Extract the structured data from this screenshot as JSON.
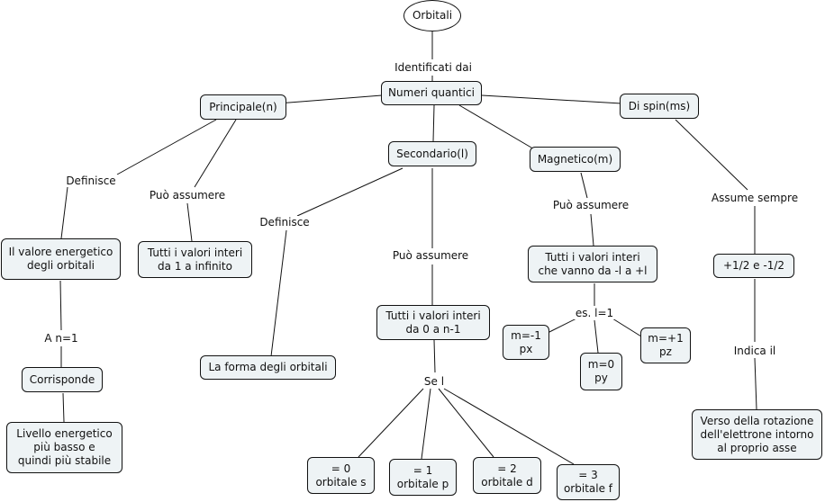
{
  "nodes": {
    "orbitali": "Orbitali",
    "numeri_quantici": "Numeri quantici",
    "principale": "Principale(n)",
    "di_spin": "Di spin(ms)",
    "secondario": "Secondario(l)",
    "magnetico": "Magnetico(m)",
    "valore_energetico": "Il valore energetico\ndegli orbitali",
    "tutti_valori_infinito": "Tutti i valori interi\nda 1 a infinito",
    "forma_orbitali": "La forma degli orbitali",
    "tutti_valori_n1": "Tutti i valori interi\nda 0 a n-1",
    "tutti_valori_l": "Tutti i valori interi\nche vanno da -l a +l",
    "spin_values": "+1/2 e -1/2",
    "corrisponde": "Corrisponde",
    "livello_energetico": "Livello energetico\npiù basso e\nquindi più stabile",
    "m_minus1": "m=-1\npx",
    "m_0": "m=0\npy",
    "m_plus1": "m=+1\npz",
    "rotazione": "Verso della rotazione\ndell'elettrone intorno\nal proprio asse",
    "orb_s": "= 0\norbitale s",
    "orb_p": "= 1\norbitale p",
    "orb_d": "= 2\norbitale d",
    "orb_f": "= 3\norbitale f"
  },
  "links": {
    "identificati_dai": "Identificati dai",
    "definisce_1": "Definisce",
    "puo_assumere_1": "Può assumere",
    "definisce_2": "Definisce",
    "puo_assumere_2": "Può assumere",
    "puo_assumere_3": "Può assumere",
    "assume_sempre": "Assume sempre",
    "a_n1": "A n=1",
    "es_l1": "es. l=1",
    "indica_il": "Indica il",
    "se_l": "Se l"
  },
  "colors": {
    "node_fill": "#eef3f5",
    "node_border": "#111111",
    "root_fill": "#ffffff",
    "line": "#111111"
  }
}
